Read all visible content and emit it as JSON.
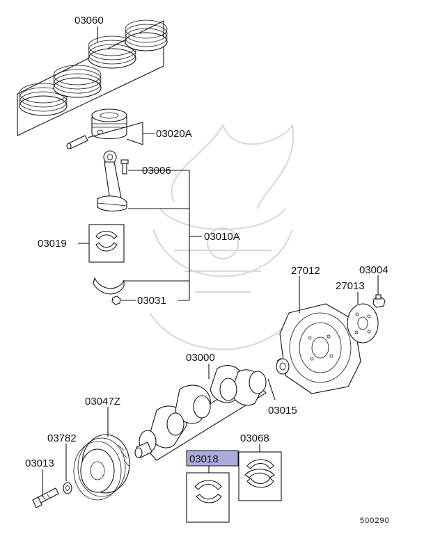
{
  "callouts": {
    "piston_ring_set": "03060",
    "piston_pin_set": "03020A",
    "conrod_bolt": "03006",
    "conrod_bearing": "03019",
    "conrod_assembly": "03010A",
    "conrod_nut": "03031",
    "drive_plate": "27012",
    "drive_plate_bolt": "03004",
    "adapter_plate": "27013",
    "crankshaft": "03000",
    "pilot_bushing": "03015",
    "damper_pulley": "03047Z",
    "washer": "03782",
    "pulley_bolt": "03013",
    "thrust_bearing": "03068",
    "main_bearing": "03018"
  },
  "highlight_color": "#aaaadd",
  "diagram_code": "500290"
}
